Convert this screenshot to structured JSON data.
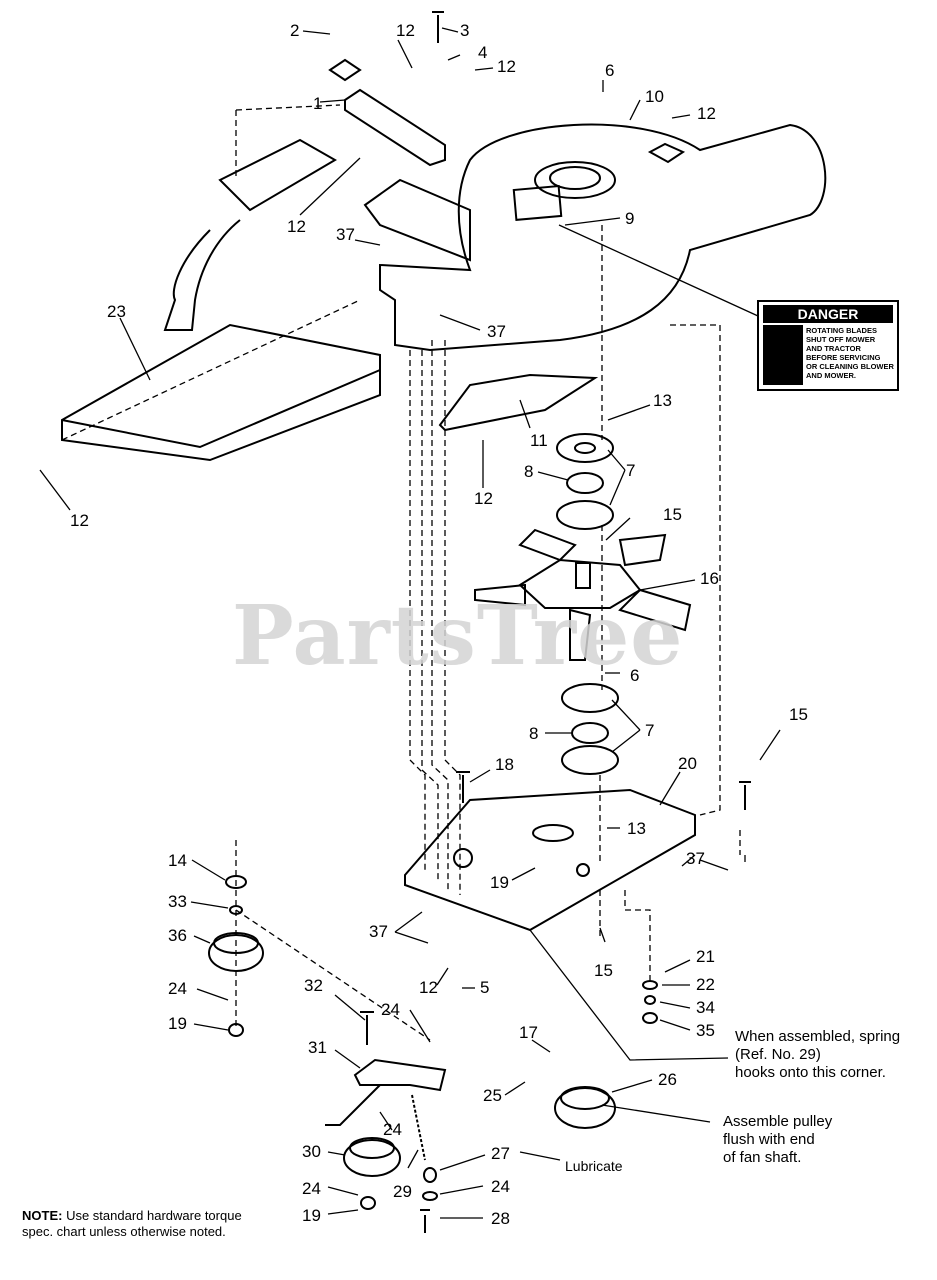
{
  "watermark": "PartsTree",
  "danger_label": {
    "heading": "DANGER",
    "lines": [
      "ROTATING BLADES",
      "SHUT OFF MOWER",
      "AND TRACTOR",
      "BEFORE SERVICING",
      "OR CLEANING BLOWER",
      "AND MOWER."
    ]
  },
  "callouts": {
    "c1": "1",
    "c2": "2",
    "c3": "3",
    "c4": "4",
    "c5": "5",
    "c6a": "6",
    "c6b": "6",
    "c7a": "7",
    "c7b": "7",
    "c8a": "8",
    "c8b": "8",
    "c9": "9",
    "c10": "10",
    "c11": "11",
    "c12a": "12",
    "c12b": "12",
    "c12c": "12",
    "c12d": "12",
    "c12e": "12",
    "c12f": "12",
    "c12g": "12",
    "c13a": "13",
    "c13b": "13",
    "c14": "14",
    "c15a": "15",
    "c15b": "15",
    "c15c": "15",
    "c16": "16",
    "c17": "17",
    "c18": "18",
    "c19a": "19",
    "c19b": "19",
    "c19c": "19",
    "c20": "20",
    "c21": "21",
    "c22": "22",
    "c23": "23",
    "c24a": "24",
    "c24b": "24",
    "c24c": "24",
    "c24d": "24",
    "c24e": "24",
    "c25": "25",
    "c26": "26",
    "c27": "27",
    "c28": "28",
    "c29": "29",
    "c30": "30",
    "c31": "31",
    "c32": "32",
    "c33": "33",
    "c34": "34",
    "c35": "35",
    "c36": "36",
    "c37a": "37",
    "c37b": "37",
    "c37c": "37",
    "c37d": "37"
  },
  "instructions": {
    "spring_1": "When assembled, spring",
    "spring_2": "(Ref. No. 29)",
    "spring_3": "hooks onto this corner.",
    "pulley_1": "Assemble pulley",
    "pulley_2": "flush with end",
    "pulley_3": "of fan shaft.",
    "lubricate": "Lubricate"
  },
  "note": {
    "label": "NOTE:",
    "text": "Use standard hardware torque spec. chart unless otherwise noted."
  }
}
